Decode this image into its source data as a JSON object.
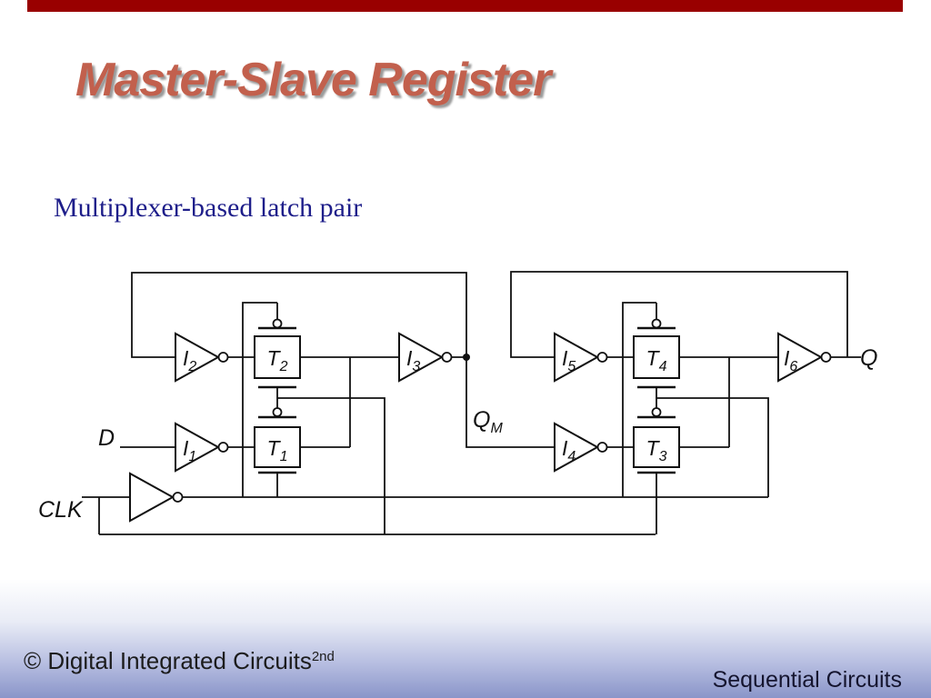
{
  "slide": {
    "top_bar_color": "#990000",
    "title": "Master-Slave Register",
    "title_color": "#c2604d",
    "subtitle": "Multiplexer-based latch pair",
    "subtitle_color": "#1e1e8a",
    "footer_left_text": "© Digital Integrated Circuits",
    "footer_left_superscript": "2nd",
    "footer_right_text": "Sequential Circuits"
  },
  "diagram": {
    "kind": "circuit-schematic",
    "description": "Multiplexer-based master-slave latch pair: master stage (I1, I2, I3, T1, T2) driving QM, slave stage (I4, I5, I6, T3, T4) driving Q, clocked by CLK and inverted CLK rails",
    "inverters": {
      "i1": {
        "base": "I",
        "sub": "1"
      },
      "i2": {
        "base": "I",
        "sub": "2"
      },
      "i3": {
        "base": "I",
        "sub": "3"
      },
      "i4": {
        "base": "I",
        "sub": "4"
      },
      "i5": {
        "base": "I",
        "sub": "5"
      },
      "i6": {
        "base": "I",
        "sub": "6"
      }
    },
    "transmission_gates": {
      "t1": {
        "base": "T",
        "sub": "1"
      },
      "t2": {
        "base": "T",
        "sub": "2"
      },
      "t3": {
        "base": "T",
        "sub": "3"
      },
      "t4": {
        "base": "T",
        "sub": "4"
      }
    },
    "signals": {
      "d": "D",
      "clk": "CLK",
      "qm_base": "Q",
      "qm_sub": "M",
      "q": "Q"
    }
  }
}
